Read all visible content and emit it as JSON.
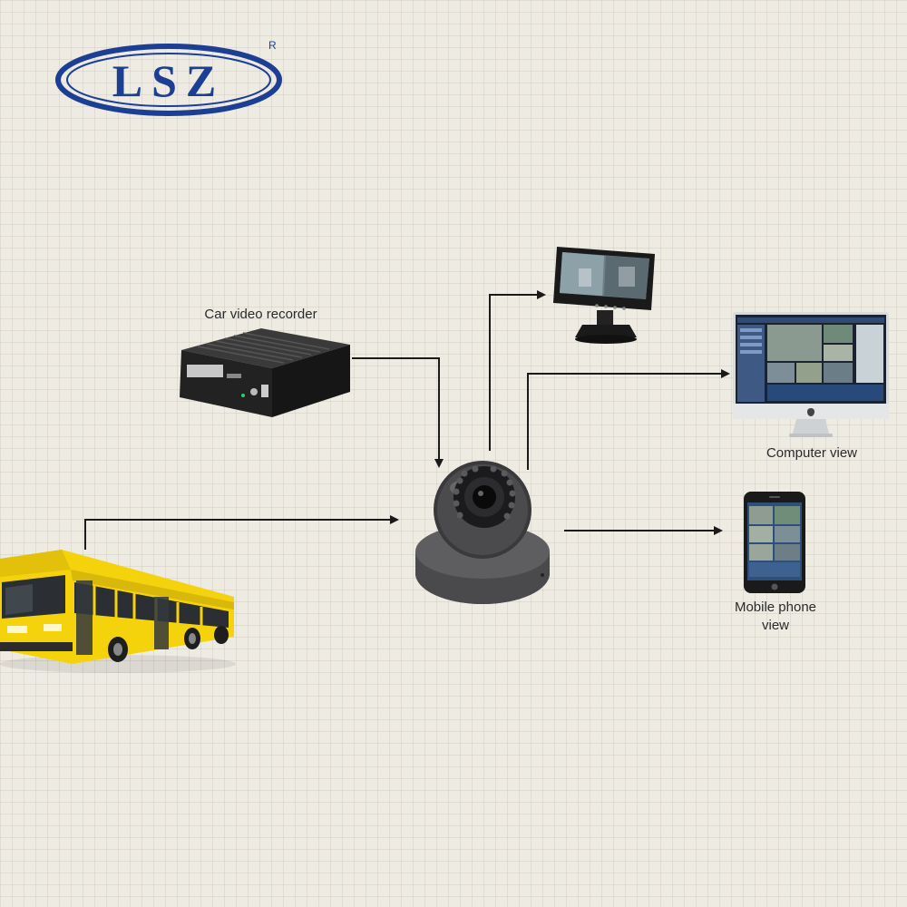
{
  "logo": {
    "text": "LSZ",
    "registered_mark": "R"
  },
  "labels": {
    "recorder": "Car video recorder",
    "computer": "Computer view",
    "mobile_line1": "Mobile phone",
    "mobile_line2": "view"
  },
  "colors": {
    "logo_blue": "#1c3f94",
    "arrow": "#1a1a1a",
    "bus_yellow": "#f4d20c",
    "camera_gray": "#4a4a4c"
  }
}
